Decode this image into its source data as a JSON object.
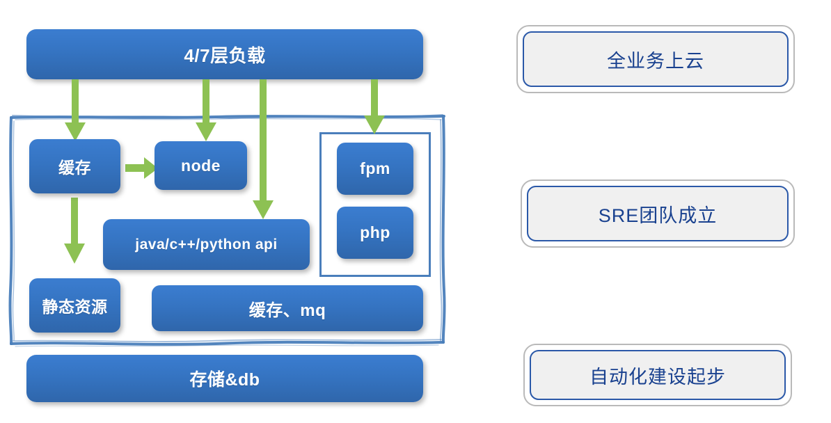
{
  "diagram": {
    "title_box": {
      "label": "4/7层负载"
    },
    "bottom_box": {
      "label": "存储&db"
    },
    "nodes": [
      {
        "key": "cache",
        "label": "缓存"
      },
      {
        "key": "node",
        "label": "node"
      },
      {
        "key": "fpm",
        "label": "fpm"
      },
      {
        "key": "php",
        "label": "php"
      },
      {
        "key": "api",
        "label": "java/c++/python api"
      },
      {
        "key": "static",
        "label": "静态资源"
      },
      {
        "key": "cache_mq",
        "label": "缓存、mq"
      }
    ],
    "colors": {
      "node_fill_top": "#3b7dd0",
      "node_fill_bottom": "#2f66ab",
      "arrow_green": "#8dc153",
      "sketch_border": "#4a7ebb",
      "inner_box_border": "#4a7ebb",
      "milestone_outer_border": "#b9b9b9",
      "milestone_inner_border": "#2a58a8",
      "milestone_fill": "#f0f0f0",
      "milestone_text": "#19418f",
      "node_text": "#ffffff",
      "background": "#ffffff"
    }
  },
  "milestones": [
    {
      "key": "cloud",
      "label": "全业务上云"
    },
    {
      "key": "sre",
      "label": "SRE团队成立"
    },
    {
      "key": "automation",
      "label": "自动化建设起步"
    }
  ]
}
